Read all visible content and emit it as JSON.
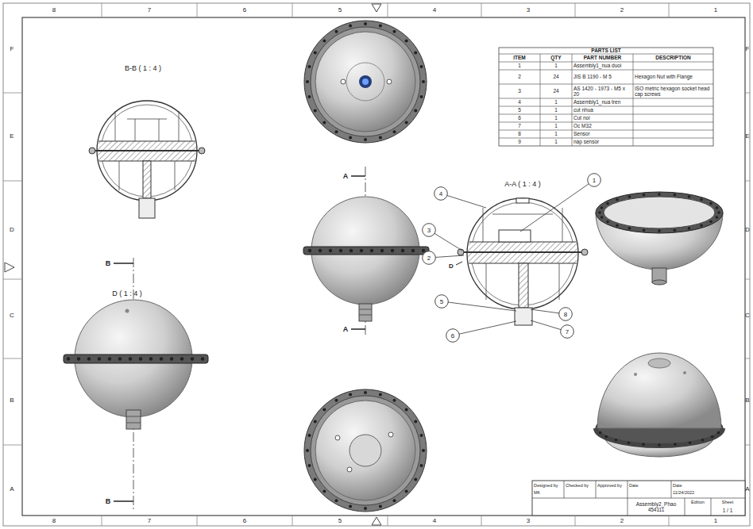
{
  "diagram": {
    "nodes": [
      {
        "text": [
          "1"
        ]
      },
      {
        "text": [
          "4"
        ]
      },
      {
        "text": [
          "3"
        ]
      },
      {
        "text": [
          "2"
        ]
      },
      {
        "text": [
          "5"
        ]
      },
      {
        "text": [
          "8"
        ]
      },
      {
        "text": [
          "7"
        ]
      },
      {
        "text": [
          "6"
        ]
      }
    ],
    "labels": [
      "PARTS LIST",
      "ITEM",
      "QTY",
      "PART NUMBER",
      "DESCRIPTION",
      "1",
      "1",
      "Assembly1_nua duoi",
      "2",
      "24",
      "JIS B 1190 - M 5",
      "Hexagon Nut with Flange",
      "3",
      "24",
      "AS 1420 - 1973 - M5 x 20",
      "ISO metric hexagon socket head cap screws",
      "4",
      "1",
      "Assembly1_nua tren",
      "5",
      "1",
      "cut nhua",
      "6",
      "1",
      "Cut noi",
      "7",
      "1",
      "Oc M32",
      "8",
      "1",
      "Sensor",
      "9",
      "1",
      "nap sensor",
      "B-B ( 1 : 4 )",
      "A-A ( 1 : 4 )",
      "D ( 1 : 4 )",
      "A",
      "A",
      "B",
      "B",
      "D",
      "8",
      "7",
      "6",
      "5",
      "4",
      "3",
      "2",
      "1",
      "8",
      "7",
      "6",
      "5",
      "4",
      "3",
      "2",
      "1",
      "F",
      "E",
      "D",
      "C",
      "B",
      "A",
      "F",
      "E",
      "D",
      "C",
      "B",
      "A",
      "Designed by",
      "Checked by",
      "Approved by",
      "Date",
      "Date",
      "MK",
      "11/24/2022",
      "Assembly2_Phao 454111",
      "Edition",
      "Sheet",
      "1 / 1"
    ]
  }
}
